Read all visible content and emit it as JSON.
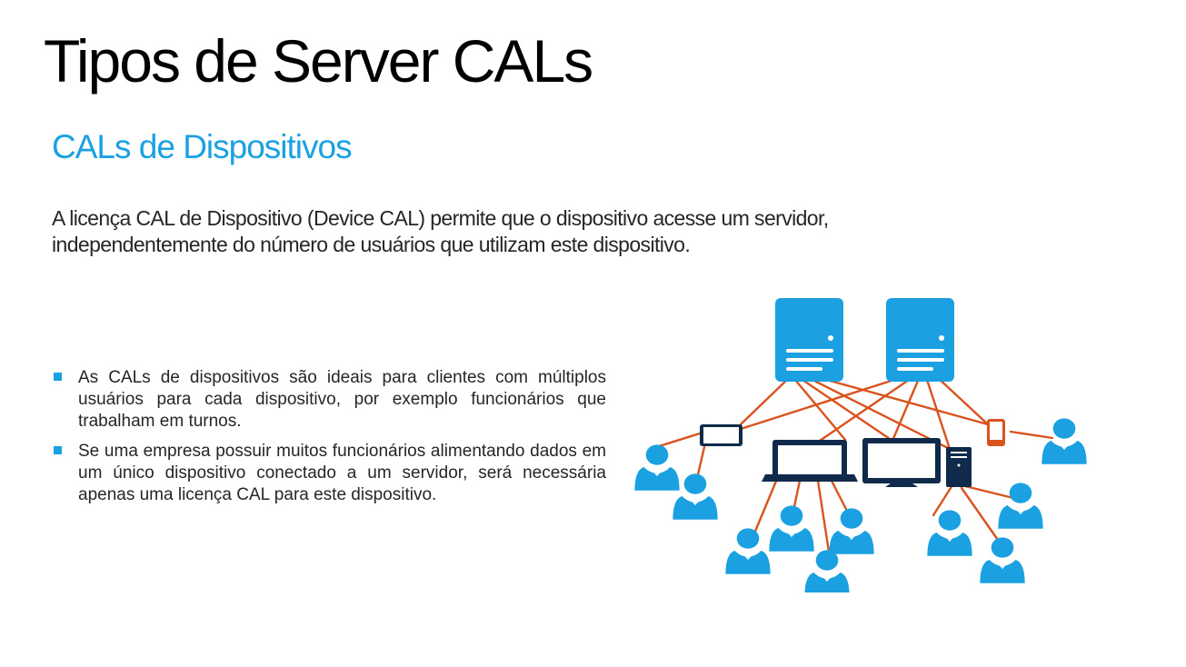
{
  "slide": {
    "title": "Tipos de Server CALs",
    "subtitle": "CALs  de Dispositivos",
    "intro": "A licença CAL de Dispositivo (Device CAL) permite que o dispositivo acesse um servidor, independentemente do número de usuários que utilizam este dispositivo.",
    "bullets": [
      "As CALs de dispositivos  são ideais  para  clientes  com múltiplos  usuários  para cada dispositivo,  por exemplo funcionários  que trabalham  em turnos.",
      "Se uma empresa possuir muitos funcionários alimentando  dados em um único dispositivo conectado  a um servidor,  será necessária  apenas uma licença  CAL para este dispositivo."
    ]
  },
  "colors": {
    "accent": "#1ba1e2",
    "server": "#1ba1e2",
    "device": "#0f2a4a",
    "link": "#d9531e"
  },
  "diagram": {
    "icons": [
      "server-icon",
      "tablet-icon",
      "laptop-icon",
      "monitor-icon",
      "tower-pc-icon",
      "phone-icon",
      "user-icon"
    ]
  }
}
